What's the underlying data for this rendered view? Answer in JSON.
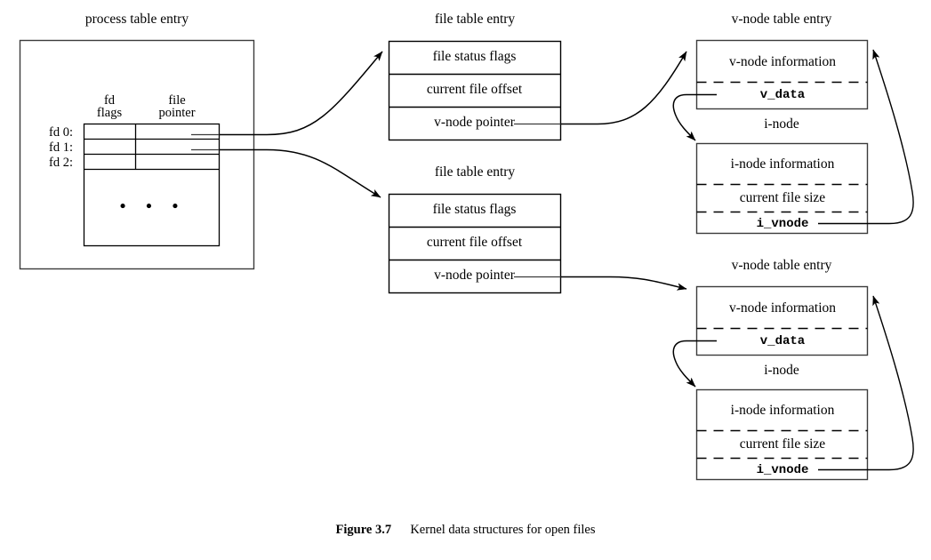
{
  "figure": {
    "number_label": "Figure 3.7",
    "caption": "Kernel data structures for open files"
  },
  "process_table": {
    "title": "process table entry",
    "column_headers": {
      "fd_flags": [
        "fd",
        "flags"
      ],
      "file_pointer": [
        "file",
        "pointer"
      ]
    },
    "rows": [
      {
        "label": "fd 0:",
        "fd_flags": "",
        "file_pointer": ""
      },
      {
        "label": "fd 1:",
        "fd_flags": "",
        "file_pointer": ""
      },
      {
        "label": "fd 2:",
        "fd_flags": "",
        "file_pointer": ""
      }
    ],
    "continuation": "•  •  •"
  },
  "file_tables": [
    {
      "title": "file table entry",
      "fields": [
        "file status flags",
        "current file offset",
        "v-node pointer"
      ]
    },
    {
      "title": "file table entry",
      "fields": [
        "file status flags",
        "current file offset",
        "v-node pointer"
      ]
    }
  ],
  "vnode_tables": [
    {
      "title": "v-node table entry",
      "fields": [
        "v-node information",
        "v_data"
      ],
      "inode": {
        "title": "i-node",
        "fields": [
          "i-node information",
          "current file size",
          "i_vnode"
        ]
      }
    },
    {
      "title": "v-node table entry",
      "fields": [
        "v-node information",
        "v_data"
      ],
      "inode": {
        "title": "i-node",
        "fields": [
          "i-node information",
          "current file size",
          "i_vnode"
        ]
      }
    }
  ],
  "colors": {
    "stroke": "#3c3c3c",
    "stroke_dark": "#000000",
    "background": "#ffffff"
  }
}
